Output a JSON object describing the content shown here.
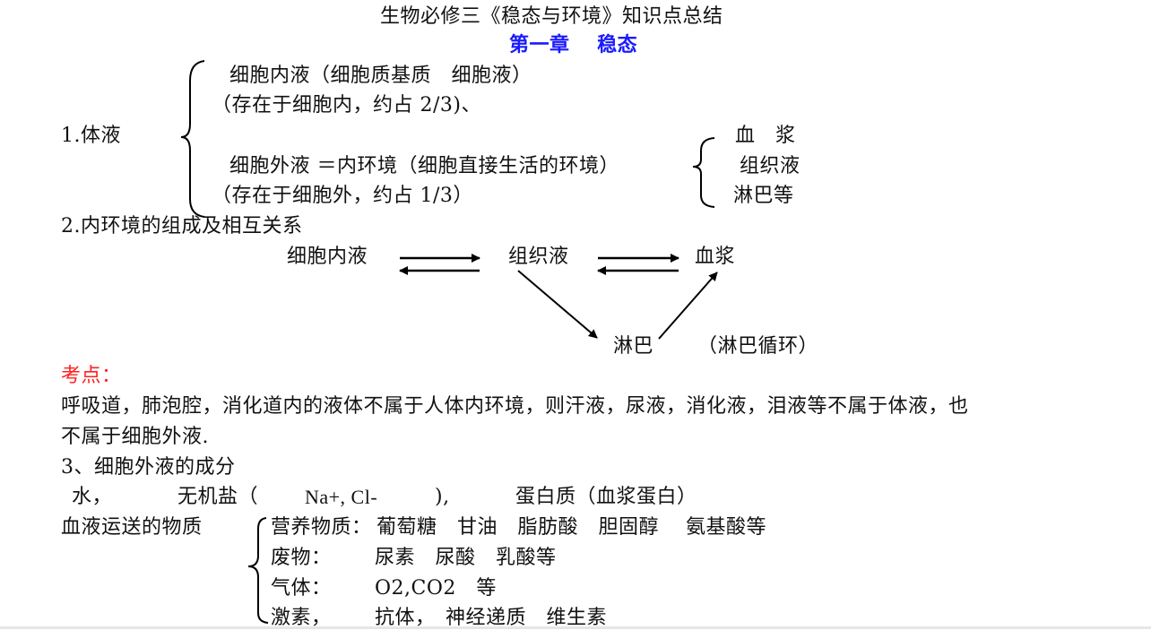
{
  "document": {
    "title": "生物必修三《稳态与环境》知识点总结",
    "chapter": "第一章　 稳态",
    "section1": {
      "label": "1.体液",
      "intracellular": "细胞内液（细胞质基质　细胞液）",
      "intracellular_note": "（存在于细胞内，约占 2/3)、",
      "extracellular": "细胞外液 ＝内环境（细胞直接生活的环境）",
      "extracellular_note": "（存在于细胞外，约占 1/3）",
      "extracellular_items": [
        "血　浆",
        "组织液",
        "淋巴等"
      ]
    },
    "section2": {
      "label": "2.内环境的组成及相互关系",
      "nodes": {
        "intracellular_fluid": "细胞内液",
        "tissue_fluid": "组织液",
        "plasma": "血浆",
        "lymph": "淋巴",
        "lymph_note": "（淋巴循环）"
      }
    },
    "key_points": {
      "label": "考点：",
      "line1": "呼吸道，肺泡腔，消化道内的液体不属于人体内环境，则汗液，尿液，消化液，泪液等不属于体液，也",
      "line2": "不属于细胞外液."
    },
    "section3": {
      "label": "3、细胞外液的成分",
      "components": {
        "water": "水，",
        "inorganic_salt": "无机盐（",
        "ions": "Na+, Cl-",
        "close": "),",
        "protein": "蛋白质（血浆蛋白）"
      },
      "blood_transport_label": "血液运送的物质",
      "blood_transport_items": [
        {
          "category": "营养物质：",
          "items": "葡萄糖　甘油　脂肪酸　胆固醇　 氨基酸等"
        },
        {
          "category": "废物：",
          "items": "尿素　尿酸　乳酸等"
        },
        {
          "category": "气体：",
          "items": "O2,CO2　等"
        },
        {
          "category": "激素，",
          "items": "抗体，　神经递质　维生素"
        }
      ]
    },
    "colors": {
      "chapter_blue": "#1a1aff",
      "key_point_red": "#ff2020",
      "text": "#111111"
    }
  }
}
